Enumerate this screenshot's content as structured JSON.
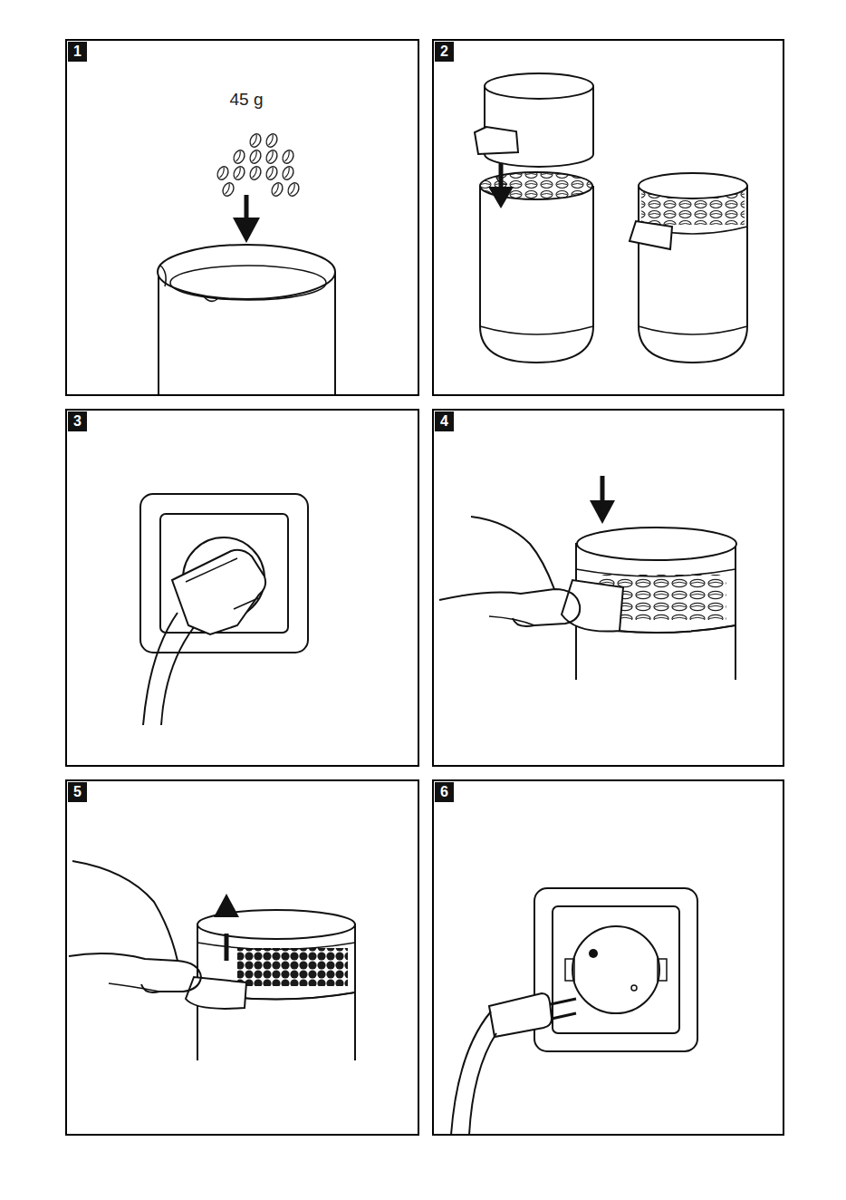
{
  "diagram": {
    "nodes": [
      {
        "text": [
          "1"
        ]
      },
      {
        "text": [
          "2"
        ]
      },
      {
        "text": [
          "3"
        ]
      },
      {
        "text": [
          "4"
        ]
      },
      {
        "text": [
          "5"
        ]
      },
      {
        "text": [
          "6"
        ]
      }
    ],
    "labels": [
      "45 g"
    ]
  }
}
